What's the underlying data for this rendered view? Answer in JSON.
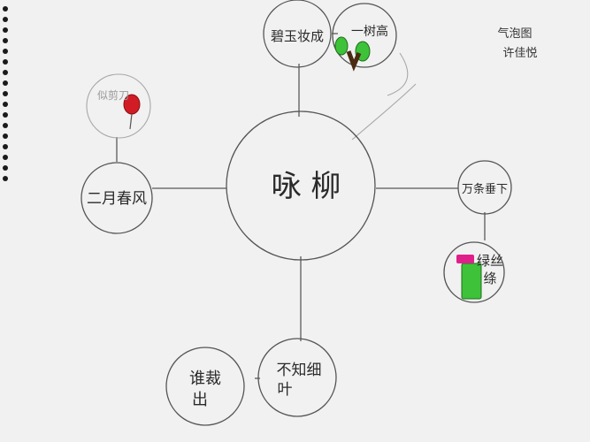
{
  "diagram": {
    "center": {
      "label": "咏 柳"
    },
    "nodes": [
      {
        "id": "top-left",
        "label": "碧玉妆成"
      },
      {
        "id": "top-right",
        "label": "一树高"
      },
      {
        "id": "upper-left",
        "label": "似剪刀"
      },
      {
        "id": "left",
        "label": "二月春风"
      },
      {
        "id": "right",
        "label": "万条垂下"
      },
      {
        "id": "lower-right",
        "label_lines": [
          "绿丝",
          "绦"
        ]
      },
      {
        "id": "bottom",
        "label_lines": [
          "不知细",
          "叶"
        ]
      },
      {
        "id": "bottom-left",
        "label_lines": [
          "谁裁",
          "出"
        ]
      }
    ],
    "corner_note": [
      "气泡图",
      "许佳悦"
    ]
  },
  "colors": {
    "paper": "#f1f1f1",
    "ink": "#2a2a2a",
    "drawing_red": "#d21c25",
    "drawing_green": "#3ec23a",
    "drawing_brown": "#4a2a12",
    "drawing_pink": "#e0208a"
  }
}
